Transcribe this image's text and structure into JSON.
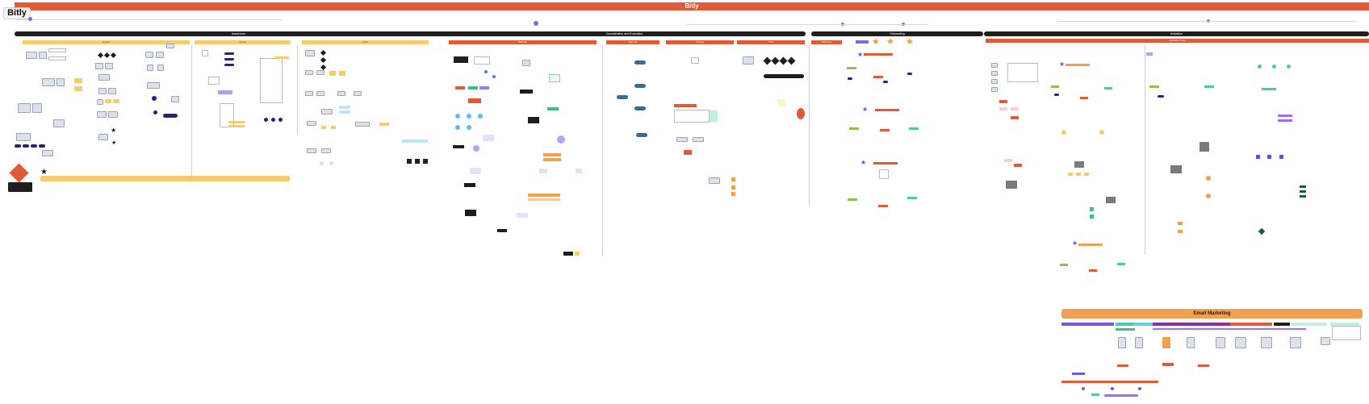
{
  "board": {
    "title": "Bitly",
    "logo_text": "Bitly"
  },
  "phases": [
    {
      "label": "Awareness"
    },
    {
      "label": "Consideration and Evaluation"
    },
    {
      "label": "Onboarding"
    },
    {
      "label": "Activation"
    }
  ],
  "sections": {
    "awareness": [
      "Search",
      "Social",
      "Paid"
    ],
    "consideration": [
      "Website",
      "Sign Up",
      "Pricing",
      "Trial"
    ],
    "onboarding": [
      "Welcome"
    ],
    "activation": [
      "Activation Flow"
    ]
  },
  "email": {
    "title": "Email Marketing"
  },
  "colors": {
    "brand_orange": "#df5a35",
    "phase_dark": "#1e1e1e",
    "awareness_yellow": "#f4cd6a",
    "star_orange": "#e89a3c",
    "star_blue": "#5a52d9",
    "node_purple": "#2a1f7a",
    "email_orange": "#f0a04f"
  }
}
